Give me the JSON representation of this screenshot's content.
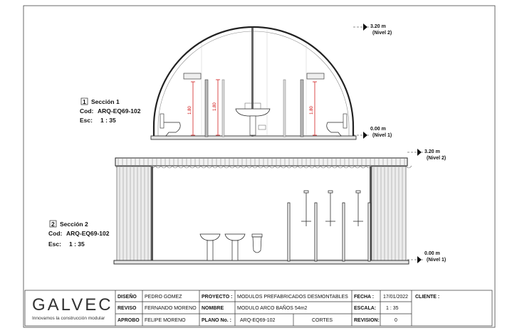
{
  "levels": {
    "top_value": "3.20 m",
    "top_label": "(Nivel 2)",
    "base_value": "0.00 m",
    "base_label": "(Nivel 1)"
  },
  "section1": {
    "number": "1",
    "title": "Sección 1",
    "cod_label": "Cod:",
    "cod_value": "ARQ-EQ69-102",
    "esc_label": "Esc:",
    "esc_value": "1 : 35",
    "dimension": "1.80"
  },
  "section2": {
    "number": "2",
    "title": "Sección 2",
    "cod_label": "Cod:",
    "cod_value": "ARQ-EQ69-102",
    "esc_label": "Esc:",
    "esc_value": "1 : 35"
  },
  "title_block": {
    "logo_text": "GALVEC",
    "tagline": "Innovamos la construcción modular",
    "diseno_label": "DISEÑO",
    "diseno_value": "PEDRO GOMEZ",
    "reviso_label": "REVISO",
    "reviso_value": "FERNANDO MORENO",
    "aprobo_label": "APROBO",
    "aprobo_value": "FELIPE MORENO",
    "proyecto_label": "PROYECTO :",
    "proyecto_value": "MODULOS PREFABRICADOS DESMONTABLES",
    "nombre_label": "NOMBRE",
    "nombre_value": "MODULO ARCO BAÑOS 54m2",
    "plano_label": "PLANO No. :",
    "plano_value": "ARQ-EQ69-102",
    "plano_desc": "CORTES",
    "fecha_label": "FECHA :",
    "fecha_value": "17/01/2022",
    "escala_label": "ESCALA:",
    "escala_value": "1 : 35",
    "revision_label": "REVISION:",
    "revision_value": "0",
    "cliente_label": "CLIENTE :"
  },
  "colors": {
    "line": "#222222",
    "dimension": "#cc0000",
    "wall": "#d8d8d8"
  }
}
